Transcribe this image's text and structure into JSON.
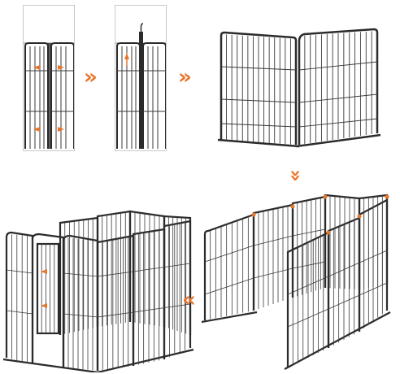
{
  "arrows": [
    {
      "id": "arrow-right-1",
      "glyph": "»"
    },
    {
      "id": "arrow-right-2",
      "glyph": "»"
    },
    {
      "id": "arrow-down",
      "glyph": "»"
    },
    {
      "id": "arrow-left",
      "glyph": "«"
    }
  ],
  "colors": {
    "frame": "#2b2b2b",
    "mesh": "#3a3a3a",
    "accent": "#e8742a",
    "box_border": "#c8c8c8"
  },
  "icons": [
    "fence-panel-connection-step-1",
    "fence-panel-connection-step-2",
    "two-panel-fence",
    "multi-panel-pen-half",
    "complete-dog-pen-with-door"
  ]
}
